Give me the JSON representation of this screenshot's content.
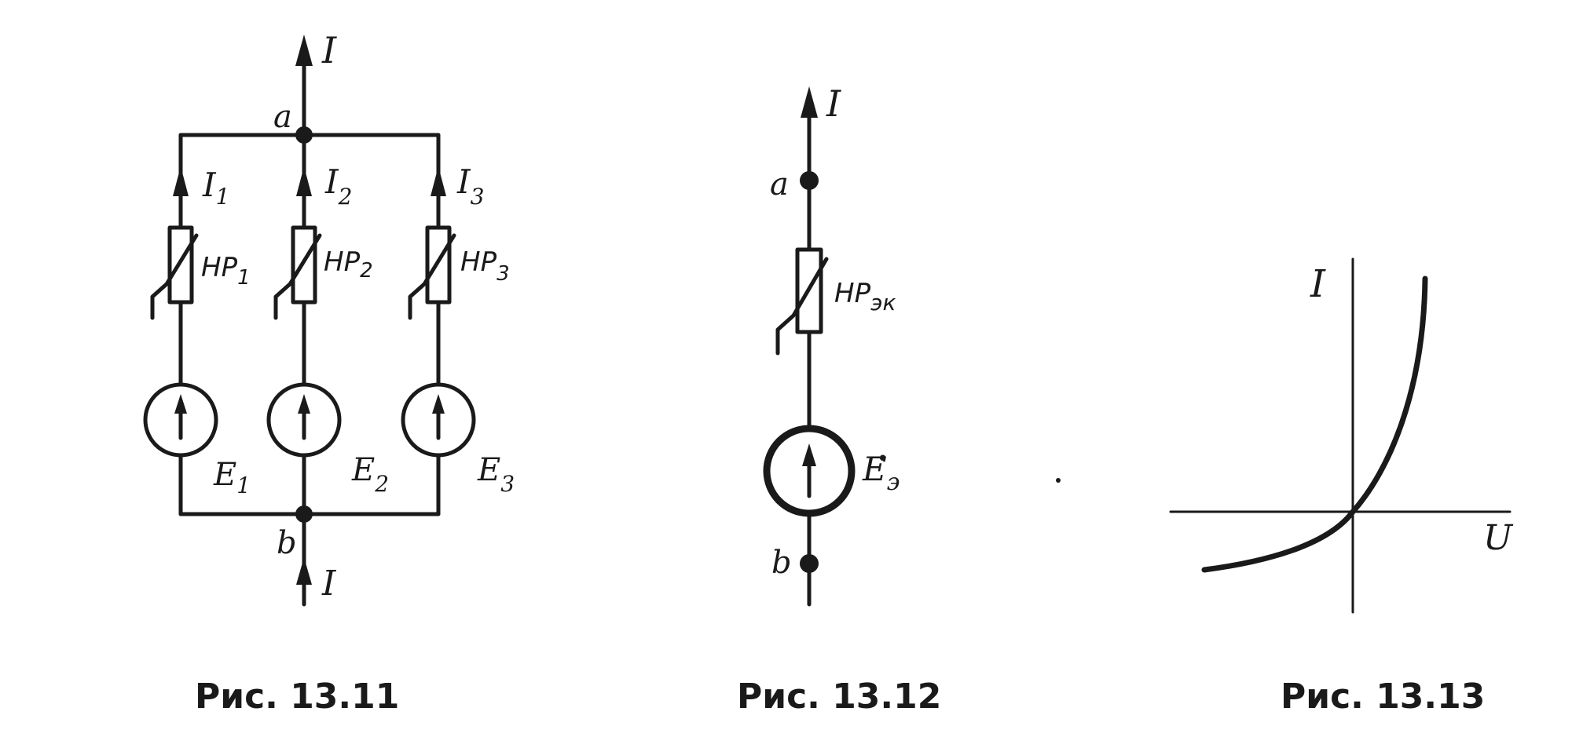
{
  "figures": [
    {
      "caption": "Рис. 13.11",
      "labels": {
        "current_top": "I",
        "current_bottom": "I",
        "node_a": "a",
        "node_b": "b",
        "branch_currents": [
          "I",
          "I",
          "I"
        ],
        "branch_current_subs": [
          "1",
          "2",
          "3"
        ],
        "resistors": [
          "HP",
          "HP",
          "HP"
        ],
        "resistor_subs": [
          "1",
          "2",
          "3"
        ],
        "sources": [
          "E",
          "E",
          "E"
        ],
        "source_subs": [
          "1",
          "2",
          "3"
        ]
      }
    },
    {
      "caption": "Рис. 13.12",
      "labels": {
        "current_top": "I",
        "node_a": "a",
        "node_b": "b",
        "resistor": "HP",
        "resistor_sub": "эк",
        "source": "E",
        "source_sub": "э",
        "source_mark": "•"
      }
    },
    {
      "caption": "Рис. 13.13",
      "labels": {
        "y_axis": "I",
        "x_axis": "U"
      }
    }
  ],
  "colors": {
    "ink": "#1a1a1a",
    "background": "#ffffff"
  }
}
